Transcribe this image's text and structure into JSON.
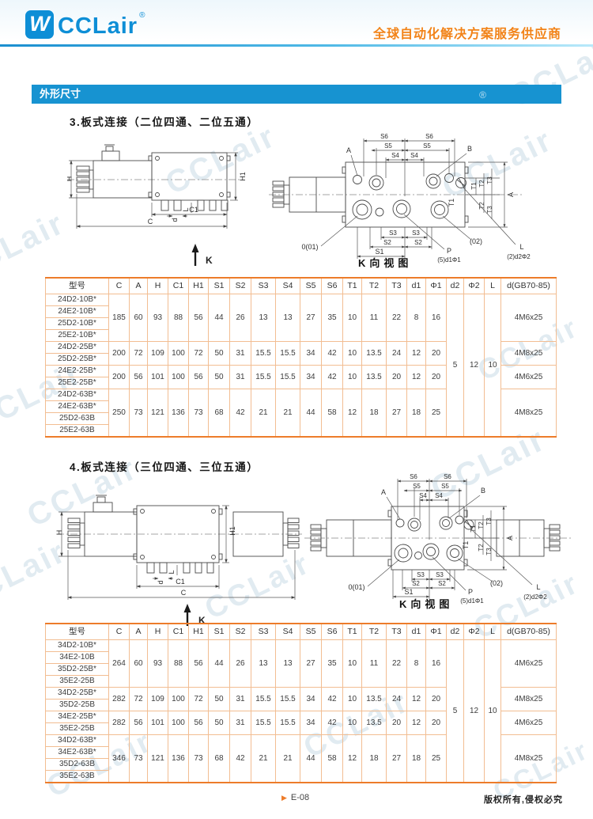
{
  "header": {
    "logo_glyph": "W",
    "brand": "CCLair",
    "brand_reg": "®",
    "slogan": "全球自动化解决方案服务供应商",
    "band_title": "外形尺寸",
    "band_reg": "®"
  },
  "section3": {
    "title": "3.板式连接（二位四通、二位五通）",
    "kview_caption": "K向视图"
  },
  "section4": {
    "title": "4.板式连接（三位四通、三位五通）",
    "kview_caption": "K向视图"
  },
  "dims": {
    "H": "H",
    "H1": "H1",
    "C": "C",
    "C1": "C1",
    "d": "d",
    "L": "L",
    "K": "K",
    "A": "A",
    "B": "B",
    "S1": "S1",
    "S2": "S2",
    "S3": "S3",
    "S4": "S4",
    "S5": "S5",
    "S6": "S6",
    "T1": "T1",
    "T2": "T2",
    "T3": "T3",
    "O01": "0(01)",
    "O02": "(02)",
    "P": "P",
    "P_note": "(5)d1Φ1",
    "L_note": "(2)d2Φ2"
  },
  "table1": {
    "headers": [
      "型号",
      "C",
      "A",
      "H",
      "C1",
      "H1",
      "S1",
      "S2",
      "S3",
      "S4",
      "S5",
      "S6",
      "T1",
      "T2",
      "T3",
      "d1",
      "Φ1",
      "d2",
      "Φ2",
      "L",
      "d(GB70-85)"
    ],
    "shared": {
      "d2": "5",
      "phi2": "12",
      "L": "10"
    },
    "groups": [
      {
        "models": [
          "24D2-10B*",
          "24E2-10B*",
          "25D2-10B*",
          "25E2-10B*"
        ],
        "values": [
          "185",
          "60",
          "93",
          "88",
          "56",
          "44",
          "26",
          "13",
          "13",
          "27",
          "35",
          "10",
          "11",
          "22",
          "8",
          "16"
        ],
        "d": "4M6x25"
      },
      {
        "models": [
          "24D2-25B*",
          "25D2-25B*"
        ],
        "values": [
          "200",
          "72",
          "109",
          "100",
          "72",
          "50",
          "31",
          "15.5",
          "15.5",
          "34",
          "42",
          "10",
          "13.5",
          "24",
          "12",
          "20"
        ],
        "d": "4M8x25"
      },
      {
        "models": [
          "24E2-25B*",
          "25E2-25B*"
        ],
        "values": [
          "200",
          "56",
          "101",
          "100",
          "56",
          "50",
          "31",
          "15.5",
          "15.5",
          "34",
          "42",
          "10",
          "13.5",
          "20",
          "12",
          "20"
        ],
        "d": "4M6x25"
      },
      {
        "models": [
          "24D2-63B*",
          "24E2-63B*",
          "25D2-63B",
          "25E2-63B"
        ],
        "values": [
          "250",
          "73",
          "121",
          "136",
          "73",
          "68",
          "42",
          "21",
          "21",
          "44",
          "58",
          "12",
          "18",
          "27",
          "18",
          "25"
        ],
        "d": "4M8x25"
      }
    ]
  },
  "table2": {
    "headers": [
      "型号",
      "C",
      "A",
      "H",
      "C1",
      "H1",
      "S1",
      "S2",
      "S3",
      "S4",
      "S5",
      "S6",
      "T1",
      "T2",
      "T3",
      "d1",
      "Φ1",
      "d2",
      "Φ2",
      "L",
      "d(GB70-85)"
    ],
    "shared": {
      "d2": "5",
      "phi2": "12",
      "L": "10"
    },
    "groups": [
      {
        "models": [
          "34D2-10B*",
          "34E2-10B",
          "35D2-25B*",
          "35E2-25B"
        ],
        "values": [
          "264",
          "60",
          "93",
          "88",
          "56",
          "44",
          "26",
          "13",
          "13",
          "27",
          "35",
          "10",
          "11",
          "22",
          "8",
          "16"
        ],
        "d": "4M6x25"
      },
      {
        "models": [
          "34D2-25B*",
          "35D2-25B"
        ],
        "values": [
          "282",
          "72",
          "109",
          "100",
          "72",
          "50",
          "31",
          "15.5",
          "15.5",
          "34",
          "42",
          "10",
          "13.5",
          "24",
          "12",
          "20"
        ],
        "d": "4M8x25"
      },
      {
        "models": [
          "34E2-25B*",
          "35E2-25B"
        ],
        "values": [
          "282",
          "56",
          "101",
          "100",
          "56",
          "50",
          "31",
          "15.5",
          "15.5",
          "34",
          "42",
          "10",
          "13.5",
          "20",
          "12",
          "20"
        ],
        "d": "4M6x25"
      },
      {
        "models": [
          "34D2-63B*",
          "34E2-63B*",
          "35D2-63B",
          "35E2-63B"
        ],
        "values": [
          "346",
          "73",
          "121",
          "136",
          "73",
          "68",
          "42",
          "21",
          "21",
          "44",
          "58",
          "12",
          "18",
          "27",
          "18",
          "25"
        ],
        "d": "4M8x25"
      }
    ]
  },
  "footer": {
    "tri": "▶",
    "page": "E-08",
    "copyright": "版权所有,侵权必究"
  },
  "watermark": {
    "text": "CCLair",
    "reg": "®"
  }
}
